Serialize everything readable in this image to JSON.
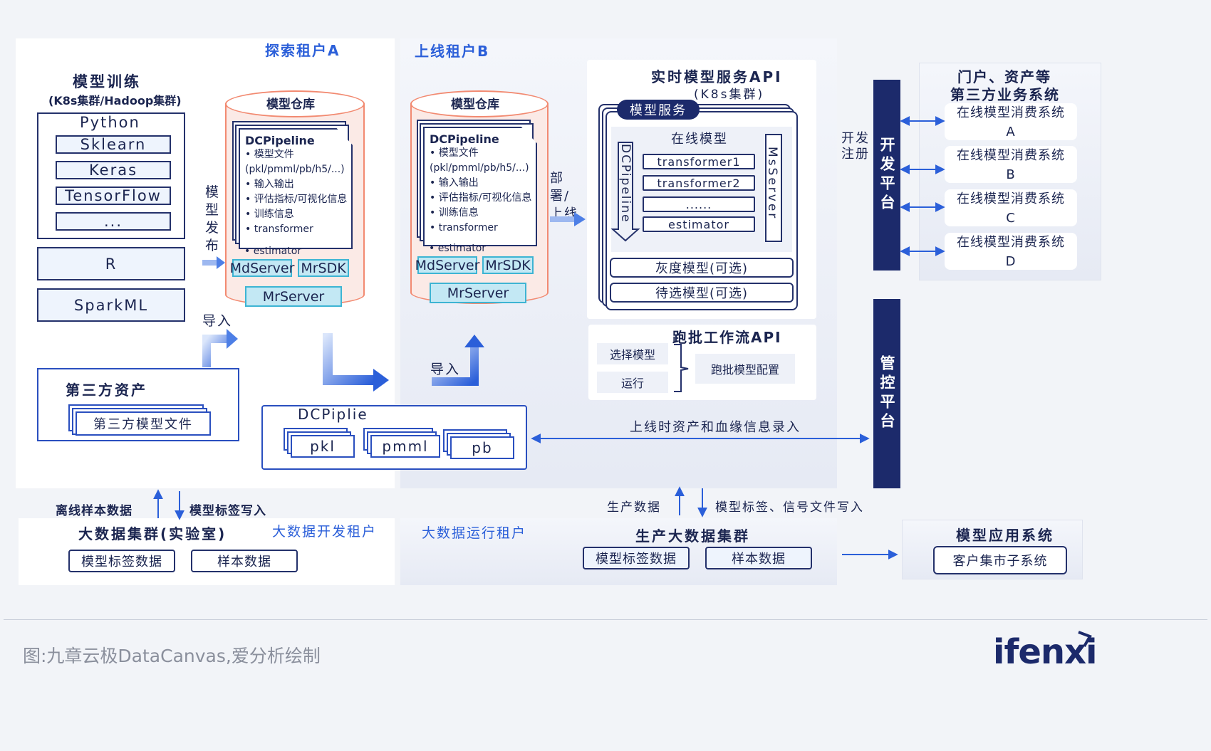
{
  "zones": {
    "explore": "探索租户A",
    "online": "上线租户B",
    "bigdata_dev": "大数据开发租户",
    "bigdata_run": "大数据运行租户"
  },
  "training": {
    "title": "模型训练",
    "subtitle": "(K8s集群/Hadoop集群)",
    "python": "Python",
    "libs": [
      "Sklearn",
      "Keras",
      "TensorFlow",
      "..."
    ],
    "r": "R",
    "sparkml": "SparkML"
  },
  "third_party": {
    "title": "第三方资产",
    "file": "第三方模型文件"
  },
  "repo": {
    "title": "模型仓库",
    "doc_title": "DCPipeline",
    "bullets": [
      "模型文件",
      "(pkl/pmml/pb/h5/...)",
      "输入输出",
      "评估指标/可视化信息",
      "训练信息",
      "transformer",
      "estimator"
    ],
    "btn_mdserver": "MdServer",
    "btn_mrsdk": "MrSDK",
    "btn_mrserver": "MrServer"
  },
  "repo_b": {
    "title": "模型仓库",
    "doc_title": "DCPipeline",
    "bullets": [
      "模型文件",
      "(pkl/pmml/pb/h5/...)",
      "输入输出",
      "评估指标/可视化信息",
      "训练信息",
      "transformer",
      "estimator"
    ],
    "btn_mdserver": "MdServer",
    "btn_mrsdk": "MrSDK",
    "btn_mrserver": "MrServer"
  },
  "labels": {
    "model_publish": "模型发布",
    "import": "导入",
    "import_b": "导入",
    "deploy": "部署/上线",
    "dev_register": "开发注册",
    "lineage": "上线时资产和血缘信息录入",
    "offline_data": "离线样本数据",
    "label_write": "模型标签写入",
    "prod_data": "生产数据",
    "label_signal_write": "模型标签、信号文件写入"
  },
  "dcpiplie": {
    "title": "DCPiplie",
    "items": [
      "pkl",
      "pmml",
      "pb"
    ]
  },
  "realtime": {
    "title": "实时模型服务API",
    "subtitle": "(K8s集群)",
    "service_tab": "模型服务",
    "online_model": "在线模型",
    "pipeline_vertical": "DCPipeline",
    "msserver_vertical": "MsServer",
    "stages": [
      "transformer1",
      "transformer2",
      "......",
      "estimator"
    ],
    "gray": "灰度模型(可选)",
    "candidate": "待选模型(可选)"
  },
  "batch": {
    "title": "跑批工作流API",
    "select": "选择模型",
    "run": "运行",
    "config": "跑批模型配置"
  },
  "platforms": {
    "dev": "开发平台",
    "control": "管控平台"
  },
  "portal": {
    "title_line1": "门户、资产等",
    "title_line2": "第三方业务系统",
    "systems": [
      {
        "line1": "在线模型消费系统",
        "line2": "A"
      },
      {
        "line1": "在线模型消费系统",
        "line2": "B"
      },
      {
        "line1": "在线模型消费系统",
        "line2": "C"
      },
      {
        "line1": "在线模型消费系统",
        "line2": "D"
      }
    ]
  },
  "lab_cluster": {
    "title": "大数据集群(实验室)",
    "items": [
      "模型标签数据",
      "样本数据"
    ]
  },
  "prod_cluster": {
    "title": "生产大数据集群",
    "items": [
      "模型标签数据",
      "样本数据"
    ]
  },
  "app": {
    "title": "模型应用系统",
    "item": "客户集市子系统"
  },
  "footer": {
    "source": "图:九章云极DataCanvas,爱分析绘制",
    "logo": "ifenxi"
  },
  "colors": {
    "navy": "#1c2a6b",
    "accent_blue": "#2b5fd9",
    "cylinder_border": "#f28a71",
    "cyan": "#3db4d3"
  }
}
